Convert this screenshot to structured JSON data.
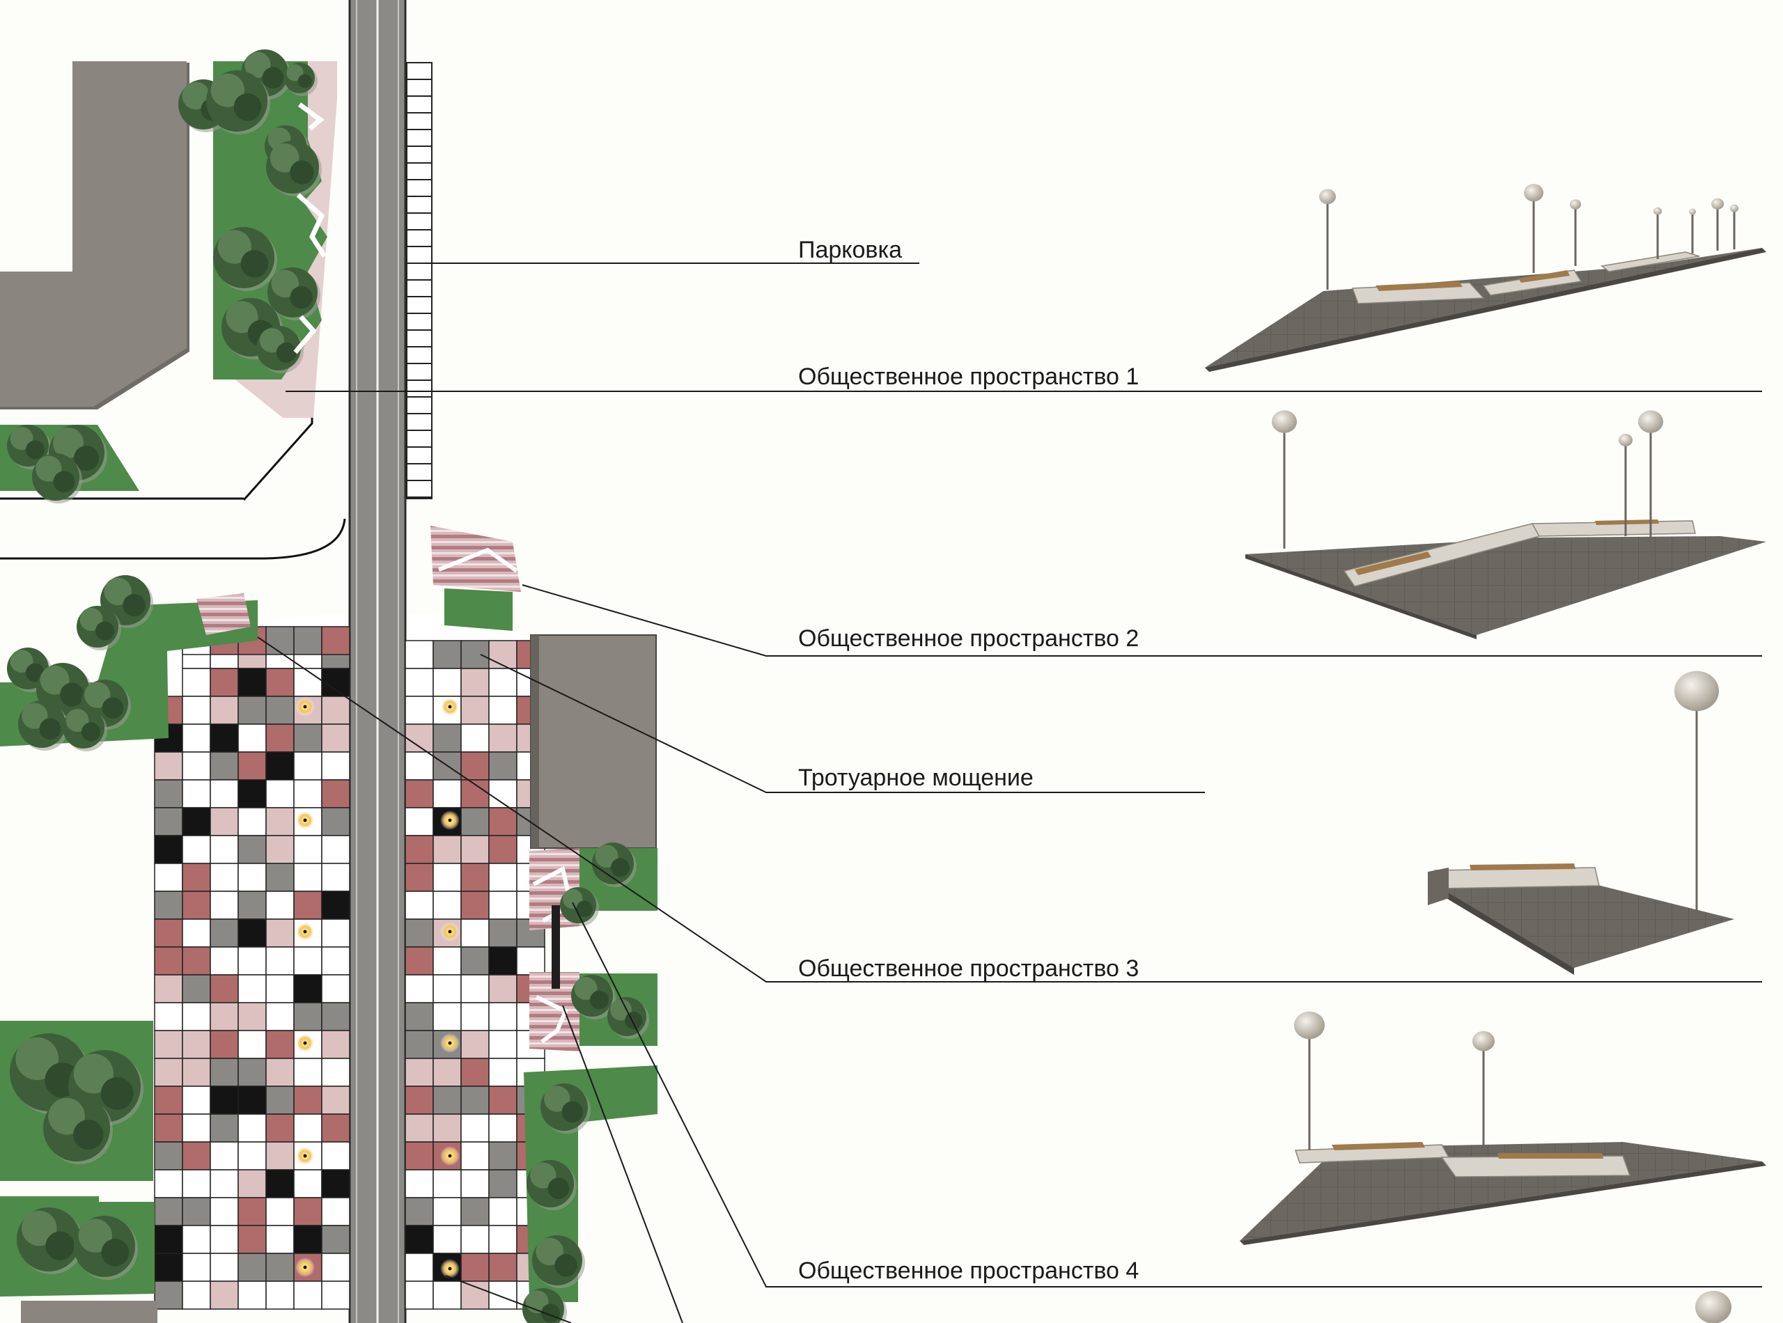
{
  "labels": {
    "parking": "Парковка",
    "public_space_1": "Общественное пространство 1",
    "public_space_2": "Общественное пространство 2",
    "paving": "Тротуарное мощение",
    "public_space_3": "Общественное пространство 3",
    "public_space_4": "Общественное пространство 4"
  },
  "colors": {
    "background": "#fdfdfa",
    "building": "#8a857e",
    "lawn": "#4e8a4a",
    "tree": "#3d5e39",
    "road": "#8c8a86",
    "plaza_ground": "#e4d0ce",
    "tile_white": "#ffffff",
    "tile_rose": "#b06b6b",
    "tile_pink": "#dcc1c0",
    "tile_gray": "#8b8986",
    "tile_dark": "#141414",
    "paving_3d": "#6b6862",
    "bench": "#d8d4cc",
    "bench_wood": "#a07a4a",
    "lamp": "#d6d0c6"
  },
  "icons": [
    "tree-icon",
    "street-lamp-icon",
    "bench-icon",
    "light-fixture-icon"
  ]
}
